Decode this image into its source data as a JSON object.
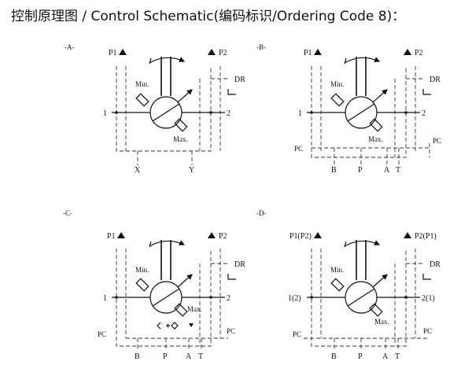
{
  "title": "控制原理图 / Control Schematic(编码标识/Ordering Code 8)：",
  "panels": {
    "a": {
      "tag": "-A-",
      "p1": "P1",
      "p2": "P2",
      "dr": "DR",
      "port1": "1",
      "port2": "2",
      "min": "Min.",
      "max": "Max.",
      "x": "X",
      "y": "Y"
    },
    "b": {
      "tag": "-B-",
      "p1": "P1",
      "p2": "P2",
      "dr": "DR",
      "port1": "1",
      "port2": "2",
      "min": "Min.",
      "max": "Max.",
      "pc_left": "PC",
      "pc_right": "PC",
      "b": "B",
      "p": "P",
      "a": "A",
      "t": "T"
    },
    "c": {
      "tag": "-C-",
      "p1": "P1",
      "p2": "P2",
      "dr": "DR",
      "port1": "1",
      "port2": "2",
      "min": "Min.",
      "max": "Max.",
      "pc_left": "PC",
      "pc_right": "PC",
      "b": "B",
      "p": "P",
      "a": "A",
      "t": "T"
    },
    "d": {
      "tag": "-D-",
      "p1": "P1(P2)",
      "p2": "P2(P1)",
      "dr": "DR",
      "port1": "1(2)",
      "port2": "2(1)",
      "min": "Min.",
      "max": "Max.",
      "pc_left": "PC",
      "pc_right": "PC",
      "b": "B",
      "p": "P",
      "a": "A",
      "t": "T"
    }
  }
}
